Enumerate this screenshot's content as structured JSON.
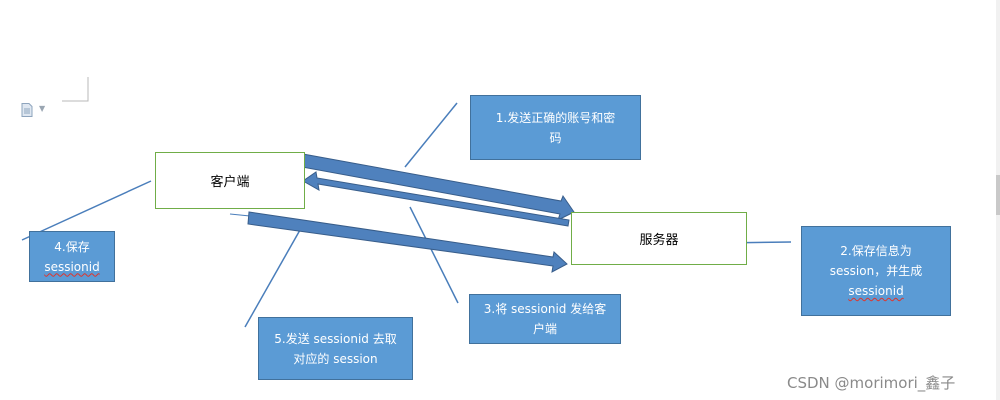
{
  "nodes": {
    "client_label": "客户端",
    "server_label": "服务器"
  },
  "notes": {
    "n1": [
      "1.发送正确的账号和密",
      "码"
    ],
    "n2": [
      "2.保存信息为",
      "session，并生成",
      "sessionid"
    ],
    "n3": [
      "3.将 sessionid 发给客",
      "户端"
    ],
    "n4": [
      "4.保存",
      "sessionid"
    ],
    "n5": [
      "5.发送 sessionid 去取",
      "对应的 session"
    ]
  },
  "watermark": "CSDN @morimori_鑫子",
  "colors": {
    "arrow": "#4f81bd",
    "arrow_border": "#385d8a",
    "note_fill": "#5b9bd5",
    "node_border": "#70ad47",
    "line": "#4a7ebb"
  },
  "icons": [
    "document-icon",
    "dropdown-caret-icon"
  ]
}
